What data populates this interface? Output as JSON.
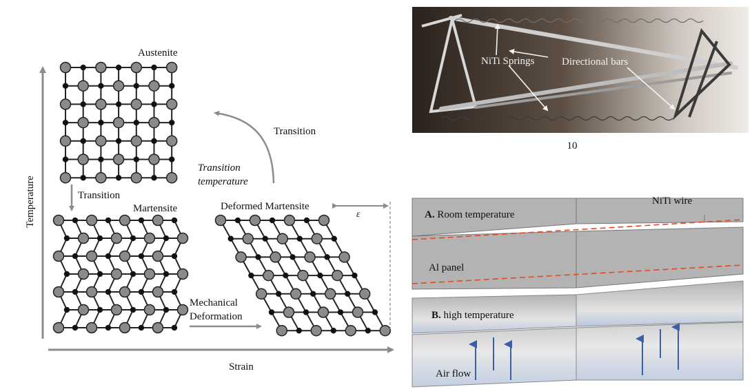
{
  "left_diagram": {
    "axis_y_label": "Temperature",
    "axis_x_label": "Strain",
    "austenite_label": "Austenite",
    "martensite_label": "Martensite",
    "deformed_martensite_label": "Deformed Martensite",
    "transition_down_label": "Transition",
    "transition_up_label": "Transition",
    "transition_temperature_line1": "Transition",
    "transition_temperature_line2": "temperature",
    "mechanical_line1": "Mechanical",
    "mechanical_line2": "Deformation",
    "epsilon_label": "ε"
  },
  "photo": {
    "springs_label": "NiTi Springs",
    "bars_label": "Directional bars",
    "caption": "10"
  },
  "panel_diagram": {
    "a_letter": "A.",
    "a_text": " Room temperature",
    "niti_wire_label": "NiTi wire",
    "al_panel_label": "Al panel",
    "b_letter": "B.",
    "b_text": " high temperature",
    "air_flow_label": "Air flow"
  },
  "colors": {
    "atom_large": "#8a8a8a",
    "atom_small": "#111111",
    "arrow_gray": "#8c8c8c",
    "panel_gray": "#b3b3b3",
    "wire_red": "#e8471e",
    "air_arrow_blue": "#3a5fa8"
  }
}
